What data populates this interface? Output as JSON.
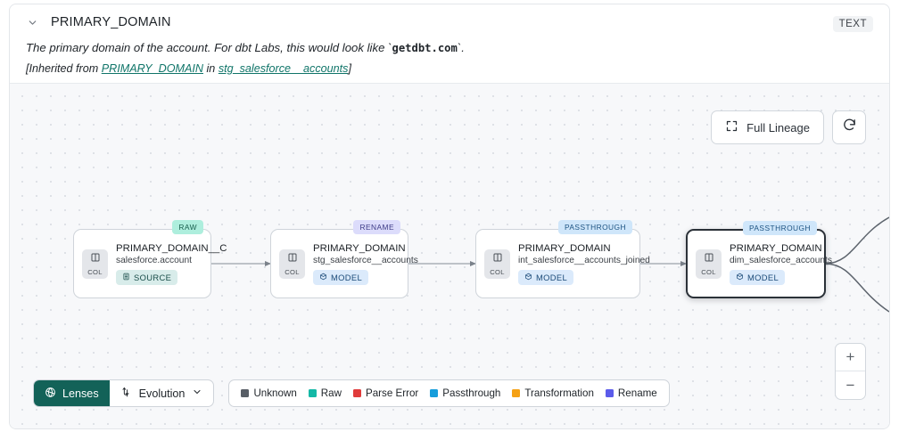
{
  "header": {
    "collapse_icon": "chevron-down-icon",
    "column_name": "PRIMARY_DOMAIN",
    "type_badge": "TEXT",
    "description_before": "The primary domain of the account. For dbt Labs, this would look like `",
    "description_code": "getdbt.com",
    "description_after": "`.",
    "inherited_prefix": "[Inherited from ",
    "inherited_column_link": "PRIMARY_DOMAIN",
    "inherited_joiner": " in ",
    "inherited_model_link": "stg_salesforce__accounts",
    "inherited_suffix": "]"
  },
  "canvas_controls": {
    "full_lineage_label": "Full Lineage",
    "full_lineage_icon": "expand-icon",
    "refresh_icon": "refresh-icon",
    "zoom_in_label": "+",
    "zoom_out_label": "−"
  },
  "lineage": {
    "nodes": [
      {
        "badge": "RAW",
        "badge_kind": "b-raw",
        "chip_label": "COL",
        "title": "PRIMARY_DOMAIN__C",
        "subtitle": "salesforce.account",
        "pill": "SOURCE",
        "pill_kind": "pill-source",
        "pill_icon": "database-icon",
        "selected": false
      },
      {
        "badge": "RENAME",
        "badge_kind": "b-rename",
        "chip_label": "COL",
        "title": "PRIMARY_DOMAIN",
        "subtitle": "stg_salesforce__accounts",
        "pill": "MODEL",
        "pill_kind": "pill-model",
        "pill_icon": "cube-icon",
        "selected": false
      },
      {
        "badge": "PASSTHROUGH",
        "badge_kind": "b-passthrough",
        "chip_label": "COL",
        "title": "PRIMARY_DOMAIN",
        "subtitle": "int_salesforce__accounts_joined",
        "pill": "MODEL",
        "pill_kind": "pill-model",
        "pill_icon": "cube-icon",
        "selected": false
      },
      {
        "badge": "PASSTHROUGH",
        "badge_kind": "b-passthrough",
        "chip_label": "COL",
        "title": "PRIMARY_DOMAIN",
        "subtitle": "dim_salesforce_accounts",
        "pill": "MODEL",
        "pill_kind": "pill-model",
        "pill_icon": "cube-icon",
        "selected": true
      }
    ]
  },
  "bottom_bar": {
    "lenses_label": "Lenses",
    "lenses_icon": "aperture-icon",
    "evolution_label": "Evolution",
    "evolution_icon": "evolution-icon",
    "evolution_caret": "chevron-down-icon",
    "legend": [
      {
        "label": "Unknown",
        "color": "#585e66"
      },
      {
        "label": "Raw",
        "color": "#14b8a6"
      },
      {
        "label": "Parse Error",
        "color": "#e03b3b"
      },
      {
        "label": "Passthrough",
        "color": "#169ddb"
      },
      {
        "label": "Transformation",
        "color": "#f5a115"
      },
      {
        "label": "Rename",
        "color": "#5b5bea"
      }
    ]
  }
}
